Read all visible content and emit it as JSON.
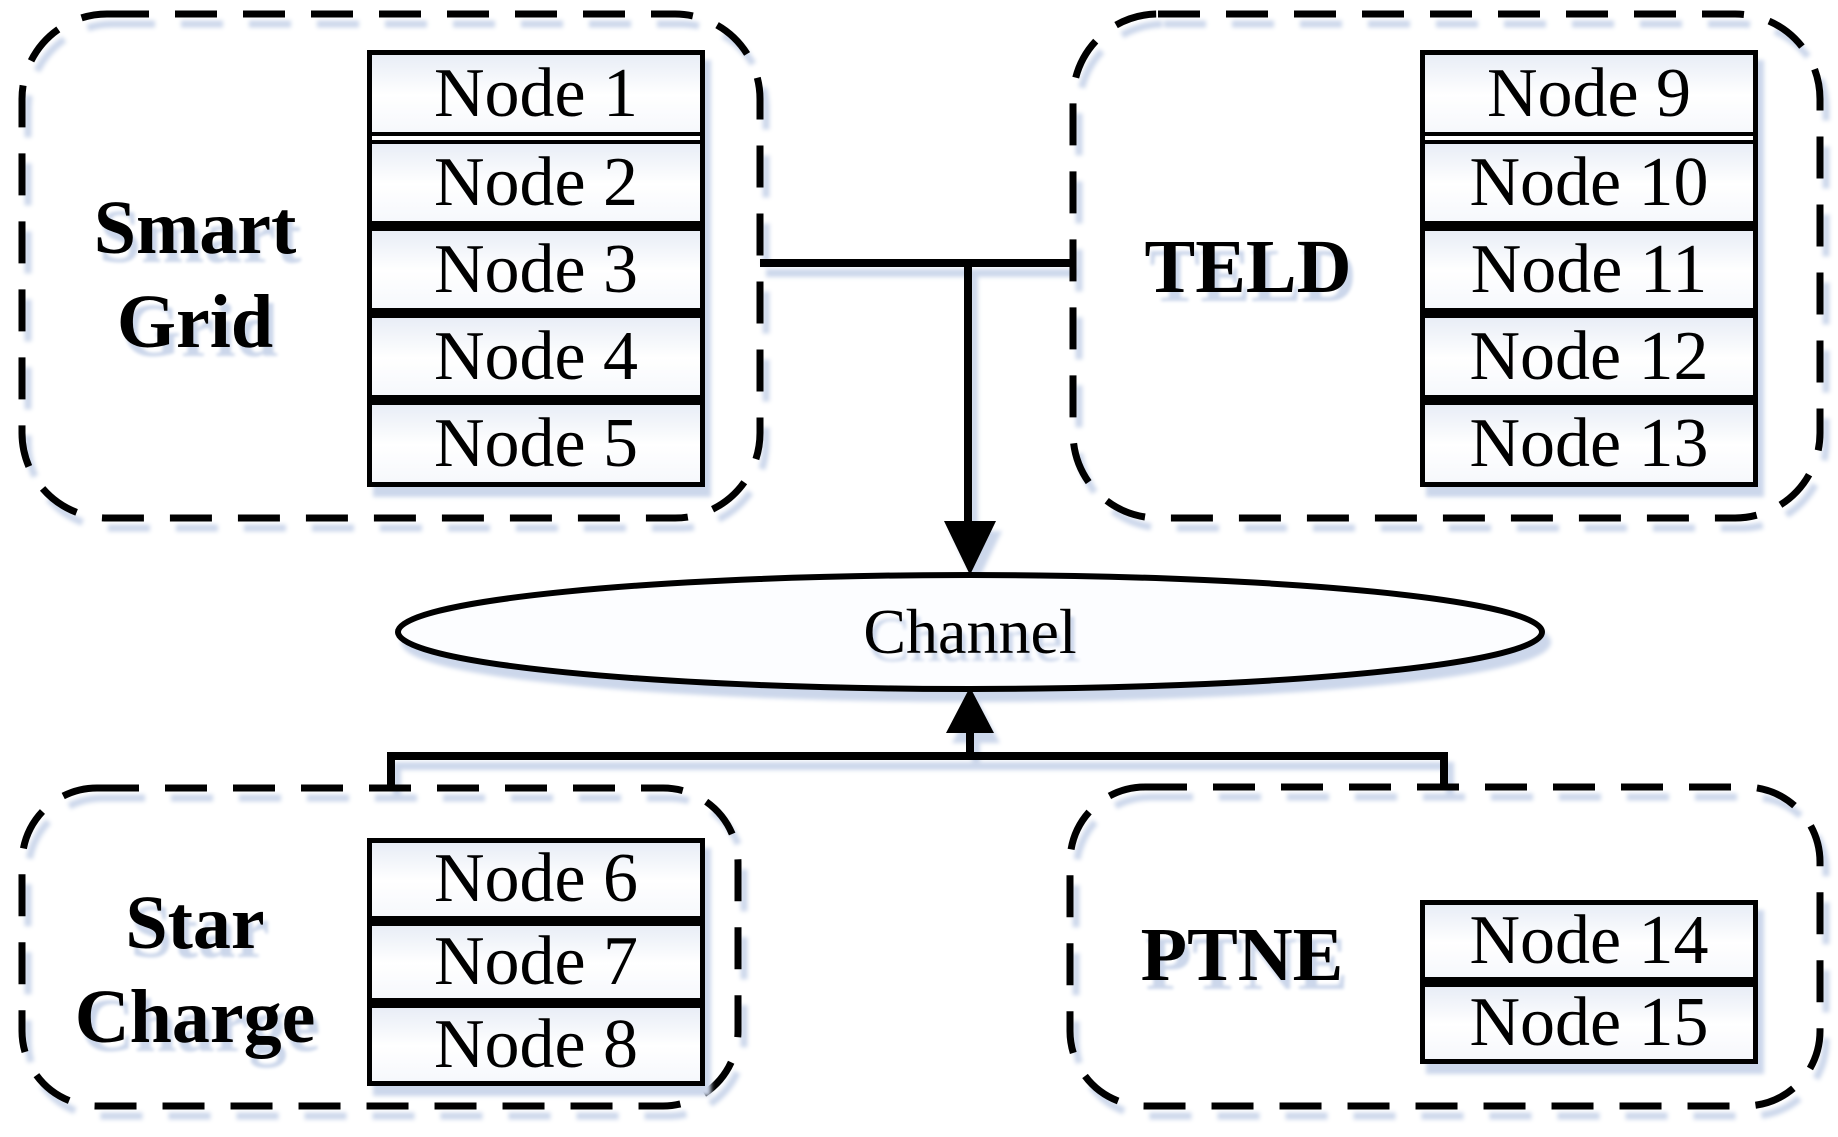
{
  "colors": {
    "background": "#ffffff",
    "ink": "#000000",
    "shadow": "#ccd7eb",
    "node_fill_top": "#e8edf6",
    "node_fill_bottom": "#f6f8fc",
    "ellipse_fill": "#fcfdff"
  },
  "channel": {
    "label": "Channel"
  },
  "groups": {
    "smart_grid": {
      "label_lines": [
        "Smart",
        "Grid"
      ],
      "nodes": [
        "Node 1",
        "Node 2",
        "Node 3",
        "Node 4",
        "Node 5"
      ]
    },
    "teld": {
      "label": "TELD",
      "nodes": [
        "Node 9",
        "Node 10",
        "Node 11",
        "Node 12",
        "Node 13"
      ]
    },
    "star_charge": {
      "label_lines": [
        "Star",
        "Charge"
      ],
      "nodes": [
        "Node 6",
        "Node 7",
        "Node 8"
      ]
    },
    "ptne": {
      "label": "PTNE",
      "nodes": [
        "Node 14",
        "Node 15"
      ]
    }
  }
}
